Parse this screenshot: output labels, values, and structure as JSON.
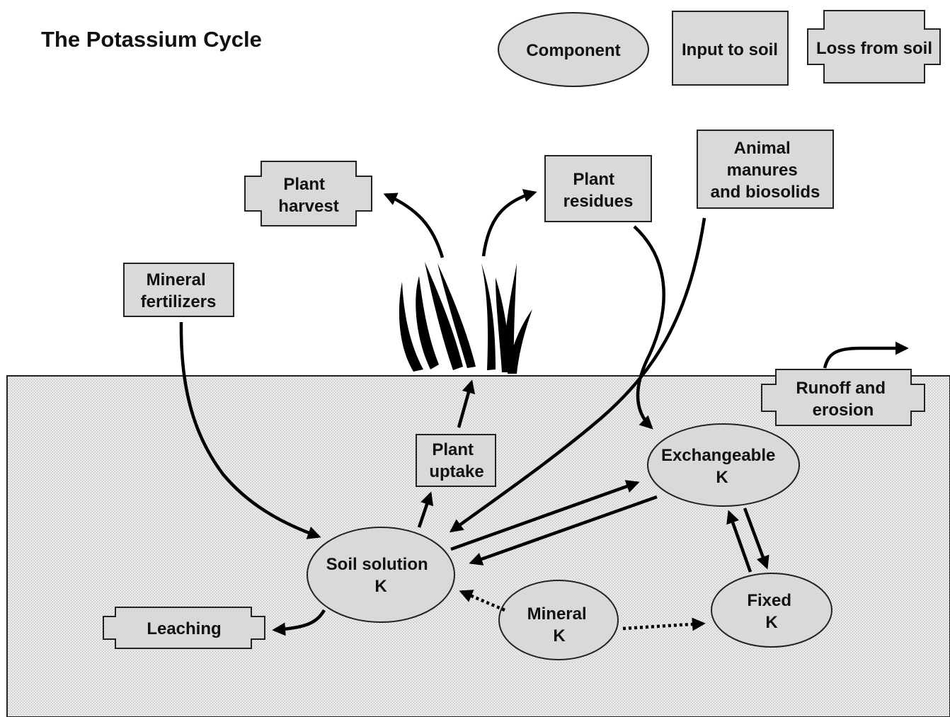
{
  "title": "The Potassium Cycle",
  "legend": {
    "component": "Component",
    "input": "Input to soil",
    "loss": "Loss from soil"
  },
  "nodes": {
    "plant_harvest": [
      "Plant",
      "harvest"
    ],
    "plant_residues": [
      "Plant",
      "residues"
    ],
    "animal_manures": [
      "Animal",
      "manures",
      "and biosolids"
    ],
    "mineral_fertilizers": [
      "Mineral",
      "fertilizers"
    ],
    "plant_uptake": [
      "Plant",
      "uptake"
    ],
    "runoff_erosion": [
      "Runoff and",
      "erosion"
    ],
    "exchangeable_k": [
      "Exchangeable",
      "K"
    ],
    "soil_solution_k": [
      "Soil solution",
      "K"
    ],
    "mineral_k": [
      "Mineral",
      "K"
    ],
    "fixed_k": [
      "Fixed",
      "K"
    ],
    "leaching": "Leaching"
  },
  "colors": {
    "shape_fill": "#d9d9d9",
    "soil_background": "#e4e4e4",
    "line": "#000000"
  }
}
